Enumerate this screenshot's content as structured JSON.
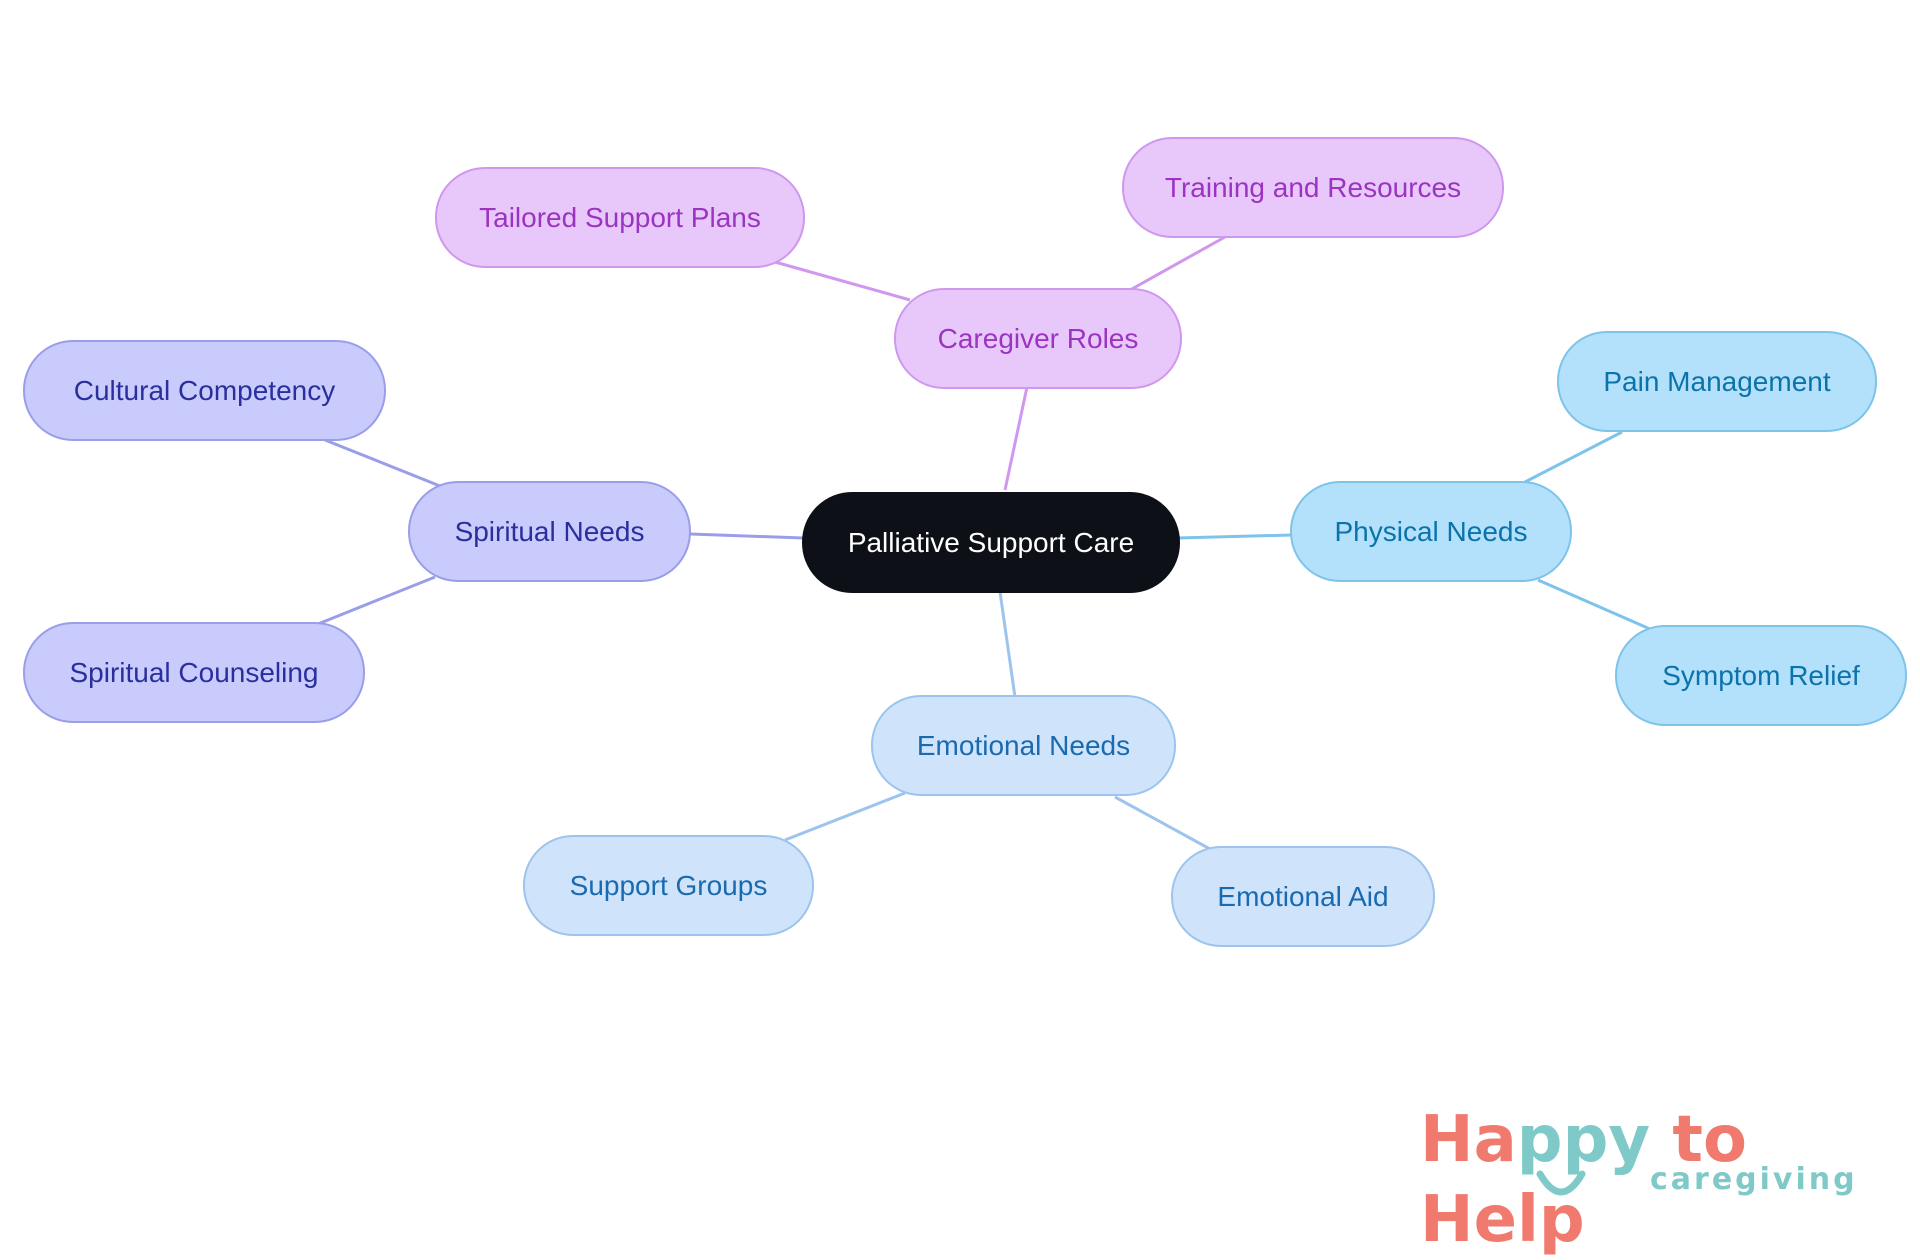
{
  "diagram": {
    "center": "Palliative Support Care",
    "branches": [
      {
        "label": "Caregiver Roles",
        "children": [
          "Tailored Support Plans",
          "Training and Resources"
        ]
      },
      {
        "label": "Spiritual Needs",
        "children": [
          "Cultural Competency",
          "Spiritual Counseling"
        ]
      },
      {
        "label": "Physical Needs",
        "children": [
          "Pain Management",
          "Symptom Relief"
        ]
      },
      {
        "label": "Emotional Needs",
        "children": [
          "Support Groups",
          "Emotional Aid"
        ]
      }
    ]
  },
  "logo": {
    "part1": "Ha",
    "part2": "ppy",
    "part3": " to Help",
    "tagline": "caregiving"
  },
  "colors": {
    "center": "#0d1117",
    "caregiver": "#e8c8fb",
    "spiritual": "#c8cbfb",
    "physical": "#b3e0fb",
    "emotional": "#cfe4fb",
    "logo_coral": "#f07a6e",
    "logo_teal": "#7fcac8"
  }
}
